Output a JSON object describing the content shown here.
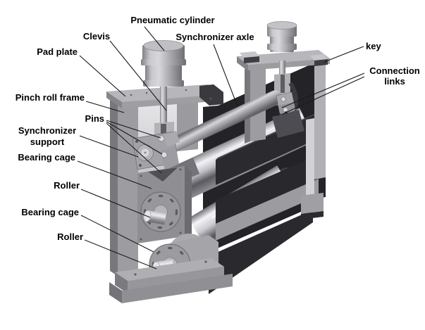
{
  "figure": {
    "type": "technical-diagram",
    "subject": "Pinch roll unit isometric view with part callouts",
    "background": "#ffffff",
    "colors": {
      "label_text": "#000000",
      "leader_line": "#1a1a1a",
      "frame_light": "#aeaeb3",
      "frame_mid": "#9c9ca1",
      "frame_shadow": "#77777c",
      "plate_top": "#b6b6bb",
      "panel_dark": "#242428",
      "beam_dark": "#2b2b2f",
      "rail_gray": "#9b9ba0",
      "chrome_highlight": "#f2f2f6",
      "chrome_shadow": "#5a5a60",
      "pin_bright": "#dcdce0",
      "steel_light": "#d8d8dc"
    },
    "labels": [
      {
        "id": "pneumatic-cylinder",
        "text": "Pneumatic cylinder"
      },
      {
        "id": "clevis",
        "text": "Clevis"
      },
      {
        "id": "pad-plate",
        "text": "Pad plate"
      },
      {
        "id": "synchronizer-axle",
        "text": "Synchronizer axle"
      },
      {
        "id": "key",
        "text": "key"
      },
      {
        "id": "connection-links",
        "text": "Connection",
        "text2": "links"
      },
      {
        "id": "pinch-roll-frame",
        "text": "Pinch roll frame"
      },
      {
        "id": "pins",
        "text": "Pins"
      },
      {
        "id": "synchronizer-support",
        "text": "Synchronizer",
        "text2": "support"
      },
      {
        "id": "bearing-cage-upper",
        "text": "Bearing cage"
      },
      {
        "id": "roller-upper",
        "text": "Roller"
      },
      {
        "id": "bearing-cage-lower",
        "text": "Bearing cage"
      },
      {
        "id": "roller-lower",
        "text": "Roller"
      }
    ]
  }
}
